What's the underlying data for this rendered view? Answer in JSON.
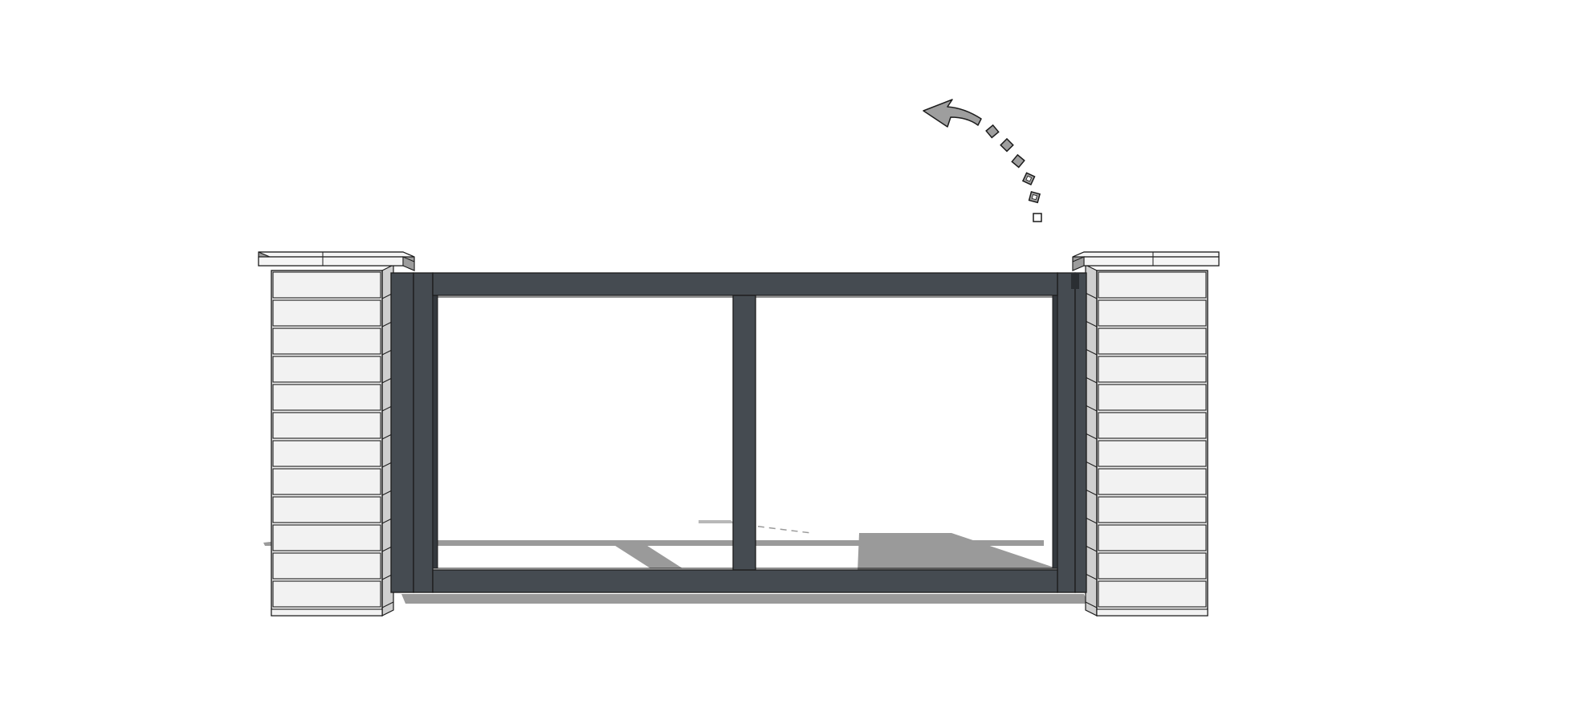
{
  "colors": {
    "background": "#ffffff",
    "gate_frame": "#454b51",
    "gate_frame_dark": "#34393e",
    "outline": "#1c1c1c",
    "brick_face": "#f2f2f2",
    "brick_side": "#cfcfcf",
    "cap_top": "#f5f5f5",
    "cap_side": "#9c9c9c",
    "shadow": "#9a9a9a",
    "arrow_fill": "#9e9e9e"
  },
  "scene": {
    "pillars": [
      "left-pillar",
      "right-pillar"
    ],
    "pillar_brick_courses": 12,
    "gate_panels": 2,
    "motion_indicator": "curved-swing-arrow-icon"
  }
}
